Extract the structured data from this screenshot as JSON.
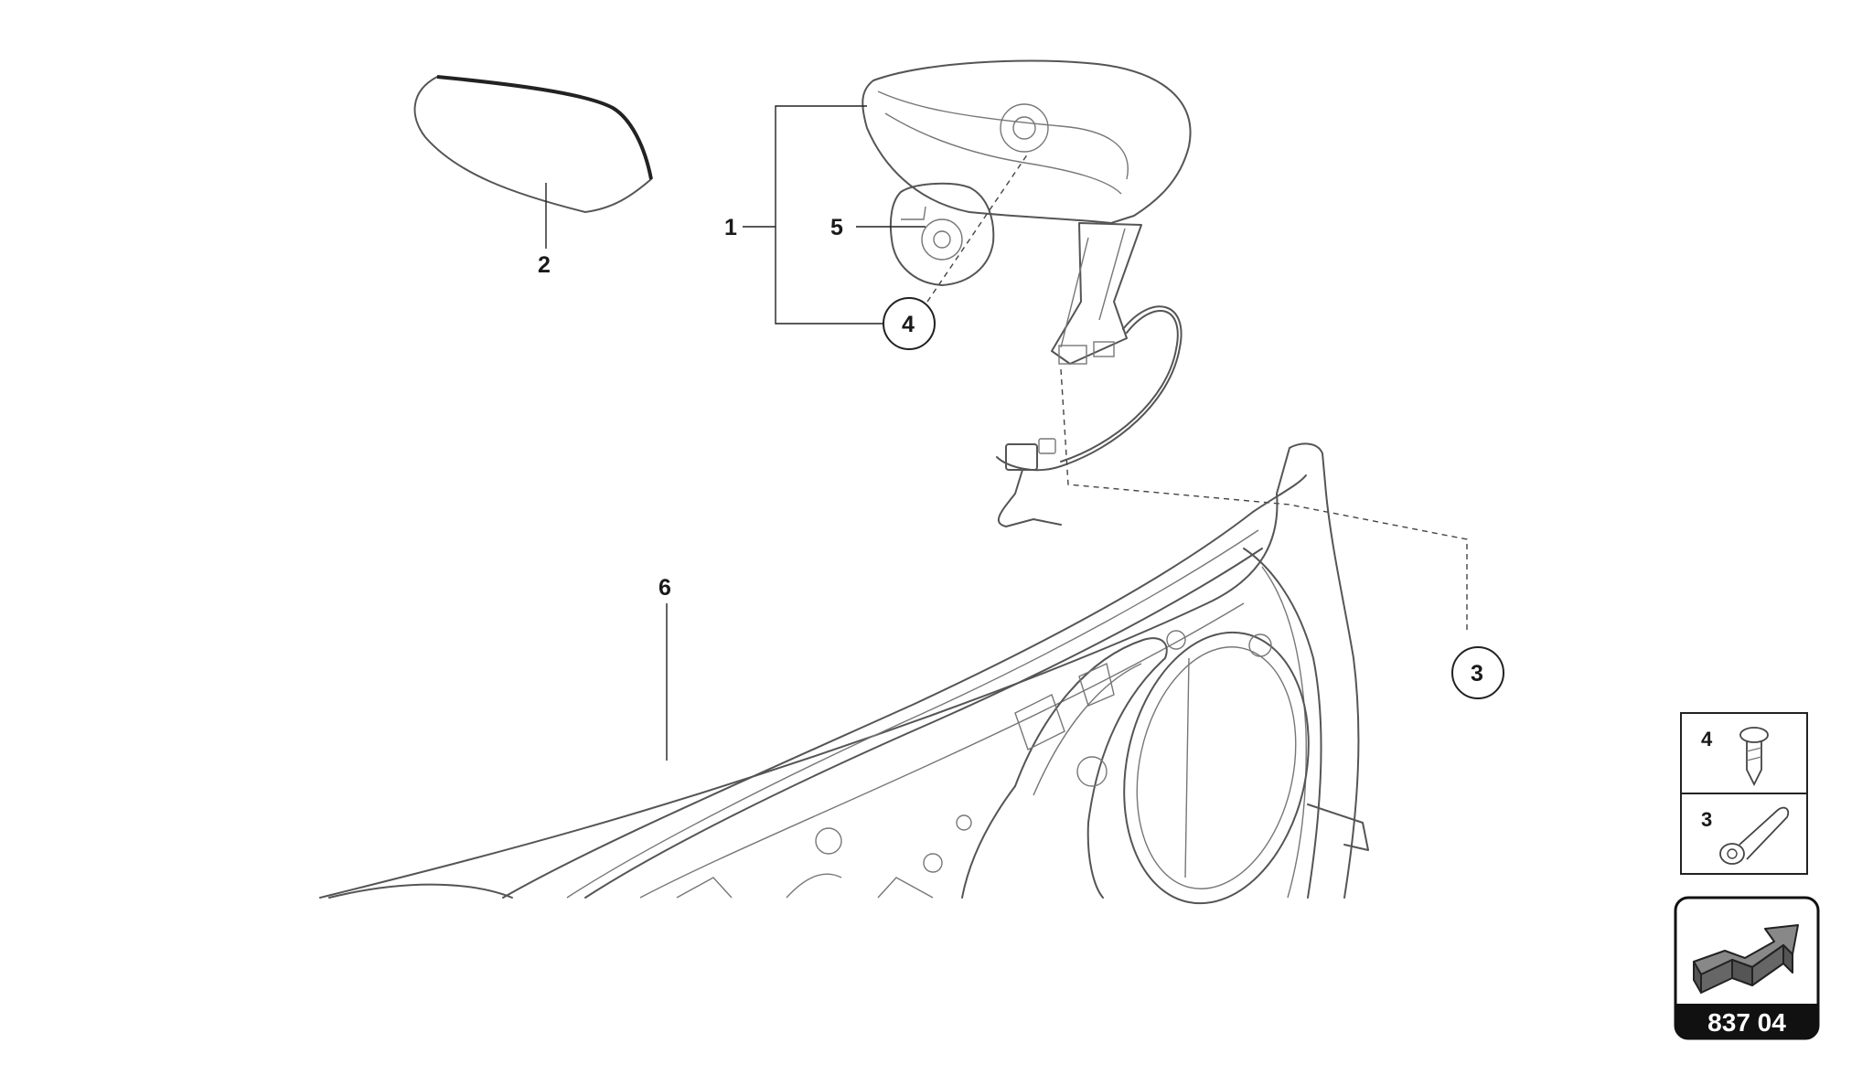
{
  "callouts": {
    "c1": "1",
    "c2": "2",
    "c3": "3",
    "c4": "4",
    "c5": "5",
    "c6": "6"
  },
  "fastener_legend": {
    "item_a": "4",
    "item_b": "3"
  },
  "nav_box": {
    "code": "837 04",
    "icon": "arrow-icon"
  },
  "colors": {
    "line": "#555555",
    "nav_background": "#111111"
  }
}
